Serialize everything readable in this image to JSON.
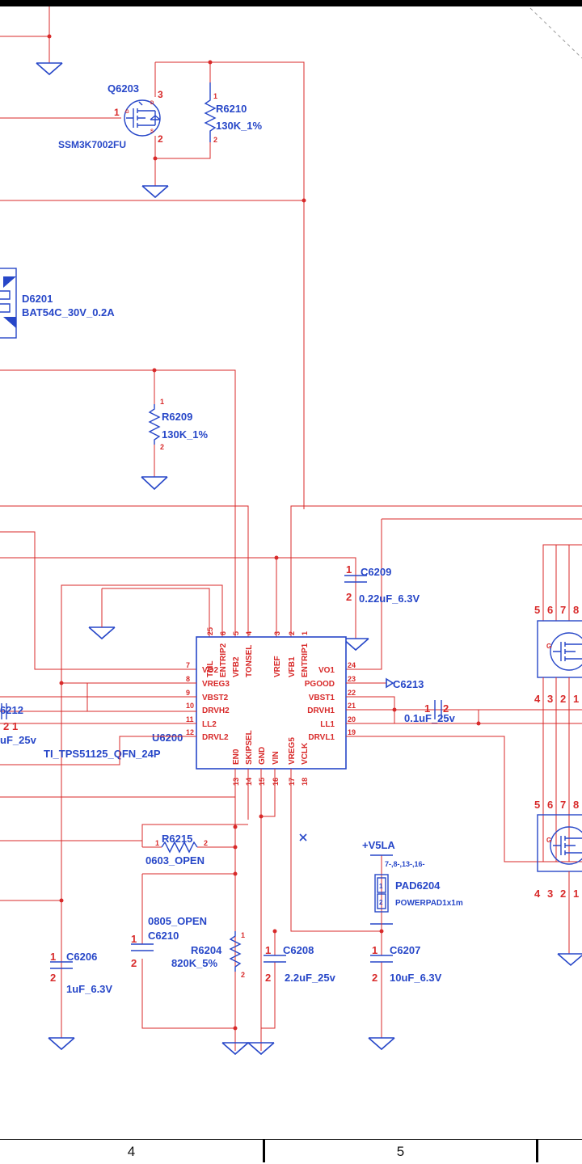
{
  "components": {
    "q6203": {
      "ref": "Q6203",
      "part": "SSM3K7002FU",
      "pins": {
        "g": "1",
        "d": "3",
        "s": "2"
      },
      "gate_letter": "G",
      "drain_letter": "D",
      "source_letter": "S"
    },
    "r6210": {
      "ref": "R6210",
      "value": "130K_1%",
      "pin1": "1",
      "pin2": "2"
    },
    "d6201": {
      "ref": "D6201",
      "part": "BAT54C_30V_0.2A"
    },
    "r6209": {
      "ref": "R6209",
      "value": "130K_1%",
      "pin1": "1",
      "pin2": "2"
    },
    "c6209": {
      "ref": "C6209",
      "value": "0.22uF_6.3V",
      "pin1": "1",
      "pin2": "2"
    },
    "c6212": {
      "ref_partial": "6212",
      "value_partial": "uF_25v",
      "pin2": "2",
      "pin1": "1"
    },
    "c6213": {
      "ref": "C6213",
      "value": "0.1uF_25v",
      "pin1": "1",
      "pin2": "2"
    },
    "u6200": {
      "ref": "U6200",
      "part": "TI_TPS51125_QFN_24P",
      "top_pins": [
        {
          "num": "25",
          "name": "TML"
        },
        {
          "num": "6",
          "name": "ENTRIP2"
        },
        {
          "num": "5",
          "name": "VFB2"
        },
        {
          "num": "4",
          "name": "TONSEL"
        },
        {
          "num": "3",
          "name": "VREF"
        },
        {
          "num": "2",
          "name": "VFB1"
        },
        {
          "num": "1",
          "name": "ENTRIP1"
        }
      ],
      "left_pins": [
        {
          "num": "7",
          "name": "VO2"
        },
        {
          "num": "8",
          "name": "VREG3"
        },
        {
          "num": "9",
          "name": "VBST2"
        },
        {
          "num": "10",
          "name": "DRVH2"
        },
        {
          "num": "11",
          "name": "LL2"
        },
        {
          "num": "12",
          "name": "DRVL2"
        }
      ],
      "right_pins": [
        {
          "num": "24",
          "name": "VO1"
        },
        {
          "num": "23",
          "name": "PGOOD"
        },
        {
          "num": "22",
          "name": "VBST1"
        },
        {
          "num": "21",
          "name": "DRVH1"
        },
        {
          "num": "20",
          "name": "LL1"
        },
        {
          "num": "19",
          "name": "DRVL1"
        }
      ],
      "bottom_pins": [
        {
          "num": "13",
          "name": "EN0"
        },
        {
          "num": "14",
          "name": "SKIPSEL"
        },
        {
          "num": "15",
          "name": "GND"
        },
        {
          "num": "16",
          "name": "VIN"
        },
        {
          "num": "17",
          "name": "VREG5"
        },
        {
          "num": "18",
          "name": "VCLK"
        }
      ]
    },
    "v5la": {
      "net": "+V5LA",
      "pins": "7-,8-,13-,16-"
    },
    "pad6204": {
      "ref": "PAD6204",
      "part": "POWERPAD1x1m",
      "pin1": "1",
      "pin2": "2"
    },
    "r6215": {
      "ref": "R6215",
      "value": "0603_OPEN",
      "pin1": "1",
      "pin2": "2"
    },
    "c6210": {
      "ref": "C6210",
      "value": "0805_OPEN",
      "pin1": "1",
      "pin2": "2"
    },
    "r6204": {
      "ref": "R6204",
      "value": "820K_5%",
      "pin1": "1",
      "pin2": "2"
    },
    "c6208": {
      "ref": "C6208",
      "value": "2.2uF_25v",
      "pin1": "1",
      "pin2": "2"
    },
    "c6207": {
      "ref": "C6207",
      "value": "10uF_6.3V",
      "pin1": "1",
      "pin2": "2"
    },
    "c6206": {
      "ref": "C6206",
      "value": "1uF_6.3V",
      "pin1": "1",
      "pin2": "2"
    },
    "mosfet_upper": {
      "pins_top": [
        "5",
        "6",
        "7",
        "8"
      ],
      "pins_bottom": [
        "4",
        "3",
        "2",
        "1"
      ],
      "gate_letter": "G"
    },
    "mosfet_lower": {
      "pins_top": [
        "5",
        "6",
        "7",
        "8"
      ],
      "pins_bottom": [
        "4",
        "3",
        "2",
        "1"
      ],
      "gate_letter": "G"
    }
  },
  "footer": {
    "cells": [
      "4",
      "5"
    ]
  },
  "colors": {
    "wire": "#d82a2a",
    "symbol": "#2747c8",
    "pin_text": "#d82a2a",
    "label_text": "#2747c8",
    "background": "#ffffff"
  }
}
